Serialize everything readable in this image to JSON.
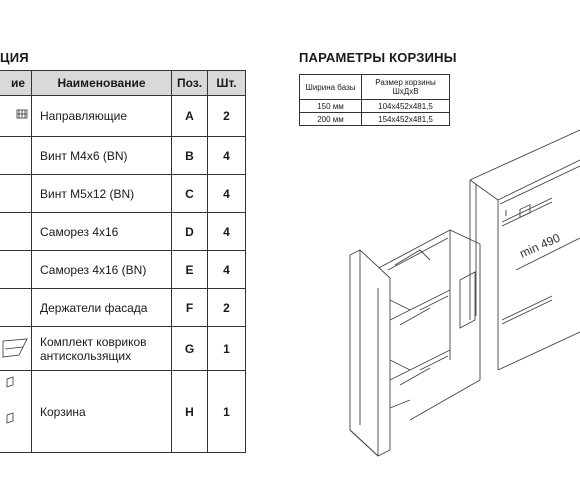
{
  "left_heading": "ЦИЯ",
  "right_heading": "ПАРАМЕТРЫ КОРЗИНЫ",
  "spec_table": {
    "headers": {
      "image": "ие",
      "name": "Наименование",
      "pos": "Поз.",
      "qty": "Шт."
    },
    "rows": [
      {
        "name": "Направляющие",
        "pos": "A",
        "qty": "2"
      },
      {
        "name": "Винт М4х6 (BN)",
        "pos": "B",
        "qty": "4"
      },
      {
        "name": "Винт М5х12 (BN)",
        "pos": "C",
        "qty": "4"
      },
      {
        "name": "Саморез 4х16",
        "pos": "D",
        "qty": "4"
      },
      {
        "name": "Саморез 4х16 (BN)",
        "pos": "E",
        "qty": "4"
      },
      {
        "name": "Держатели фасада",
        "pos": "F",
        "qty": "2"
      },
      {
        "name": "Комплект ковриков антискользящих",
        "pos": "G",
        "qty": "1"
      },
      {
        "name": "Корзина",
        "pos": "H",
        "qty": "1"
      }
    ]
  },
  "params_table": {
    "headers": {
      "width": "Ширина базы",
      "size": "Размер корзины ШхДхВ"
    },
    "rows": [
      {
        "width": "150 мм",
        "size": "104х452х481,5"
      },
      {
        "width": "200 мм",
        "size": "154х452х481,5"
      }
    ]
  },
  "drawing": {
    "dimension_label": "min 490"
  }
}
